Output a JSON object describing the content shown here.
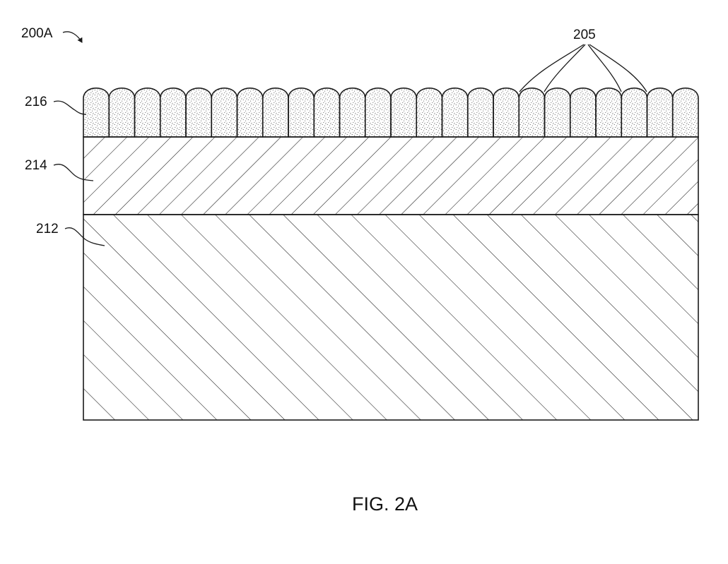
{
  "figure": {
    "caption": "FIG. 2A",
    "device_ref": "200A",
    "lens_group_ref": "205"
  },
  "layers": [
    {
      "id": "216",
      "label": "216",
      "description_pattern": "stippled",
      "lens_count": 24
    },
    {
      "id": "214",
      "label": "214",
      "description_pattern": "fine-diagonal-hatch"
    },
    {
      "id": "212",
      "label": "212",
      "description_pattern": "coarse-diagonal-hatch"
    }
  ],
  "colors": {
    "line": "#1a1a1a",
    "stipple": "#333333",
    "background": "#ffffff"
  }
}
